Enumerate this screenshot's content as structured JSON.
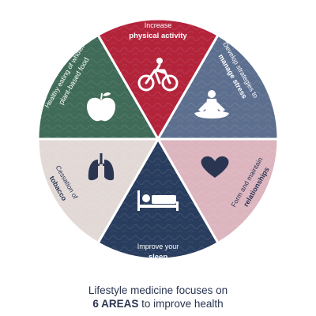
{
  "segments": [
    {
      "key": "physical",
      "icon": "bicycle-icon",
      "color": "#b3243b",
      "text_color": "#ffffff",
      "line1": "Increase",
      "line2": "physical activity"
    },
    {
      "key": "stress",
      "icon": "meditation-icon",
      "color": "#5d6f8f",
      "text_color": "#ffffff",
      "line1": "Develop strategies to",
      "line2": "manage stress"
    },
    {
      "key": "relationships",
      "icon": "heart-icon",
      "color": "#dcb5bf",
      "text_color": "#2a3552",
      "line1": "Form and maintain",
      "line2": "relationships"
    },
    {
      "key": "sleep",
      "icon": "bed-icon",
      "color": "#293d5e",
      "text_color": "#ffffff",
      "line1": "Improve your",
      "line2": "sleep"
    },
    {
      "key": "tobacco",
      "icon": "lungs-icon",
      "color": "#e2d9d6",
      "text_color": "#2a3552",
      "line1": "Cessation of",
      "line2": "tobacco"
    },
    {
      "key": "eating",
      "icon": "apple-icon",
      "color": "#3f6b58",
      "text_color": "#ffffff",
      "line1": "Healthy eating of whole,",
      "line2": "plant-based food"
    }
  ],
  "caption": {
    "line1": "Lifestyle medicine focuses on",
    "line2_strong": "6 AREAS",
    "line2_rest": " to improve health"
  }
}
